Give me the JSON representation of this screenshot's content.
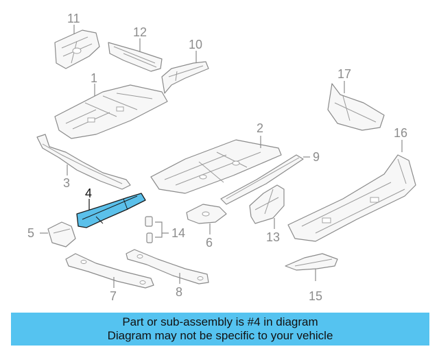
{
  "callouts": {
    "p1": "1",
    "p2": "2",
    "p3": "3",
    "p4": "4",
    "p5": "5",
    "p6": "6",
    "p7": "7",
    "p8": "8",
    "p9": "9",
    "p10": "10",
    "p11": "11",
    "p12": "12",
    "p13": "13",
    "p14": "14",
    "p15": "15",
    "p16": "16",
    "p17": "17"
  },
  "highlight": {
    "part": "4",
    "color": "#5bc0ea"
  },
  "banner": {
    "line1": "Part or sub-assembly is #4 in diagram",
    "line2": "Diagram may not be specific to your vehicle",
    "color": "#55c3f0"
  }
}
